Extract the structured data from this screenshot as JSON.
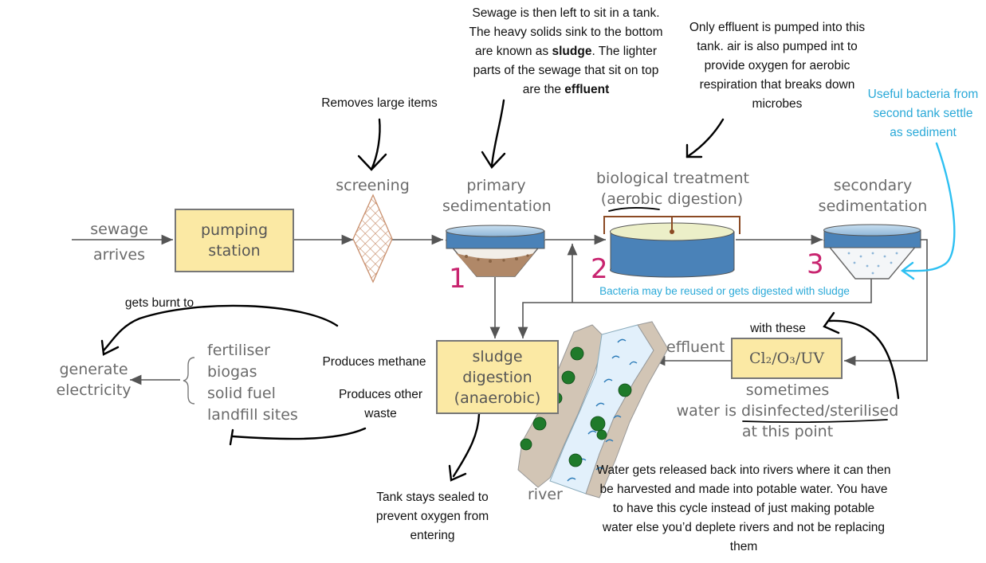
{
  "labels": {
    "sewage_arrives": "sewage arrives",
    "pumping_station": "pumping station",
    "screening": "screening",
    "primary_sedimentation": "primary sedimentation",
    "biological_treatment": "biological treatment",
    "aerobic_digestion": "(aerobic digestion)",
    "secondary_sedimentation": "secondary sedimentation",
    "sludge_digestion": "sludge digestion",
    "anaerobic": "(anaerobic)",
    "effluent": "effluent",
    "disinfectant": "Cl₂/O₃/UV",
    "sometimes": "sometimes",
    "water_is_disinfected": "water is disinfected/sterilised",
    "at_this_point": "at this point",
    "generate_electricity": "generate electricity",
    "products": [
      "fertiliser",
      "biogas",
      "solid fuel",
      "landfill sites"
    ],
    "river": "river"
  },
  "annotations": {
    "removes_large_items": "Removes large items",
    "primary_note_1": "Sewage is then left to sit in a tank. The heavy solids sink to the bottom are known as ",
    "primary_note_sludge": "sludge",
    "primary_note_2": ". The lighter parts of the sewage that sit on top are the ",
    "primary_note_effluent": "effluent",
    "aerobic_note": "Only effluent is pumped into this tank. air is also pumped int to provide oxygen for aerobic respiration that breaks down microbes",
    "bacteria_settle": "Useful bacteria from second tank settle as sediment",
    "bacteria_reused": "Bacteria may be reused or gets digested with sludge",
    "gets_burnt_to": "gets burnt to",
    "produces_methane": "Produces methane",
    "produces_other_waste": "Produces other waste",
    "with_these": "with these",
    "tank_sealed": "Tank stays sealed to prevent oxygen from entering",
    "river_note": "Water gets released back into rivers where it can then be harvested and made into potable water. You have to have this cycle instead of just making potable water else you’d deplete rivers and not be replacing them",
    "num_1": "1",
    "num_2": "2",
    "num_3": "3"
  },
  "colors": {
    "box_fill": "#fbe9a4",
    "tank_fill": "#4a82b8",
    "annotation_pink": "#c8246f",
    "annotation_blue": "#2aa9d8",
    "arrow_grey": "#555555"
  }
}
